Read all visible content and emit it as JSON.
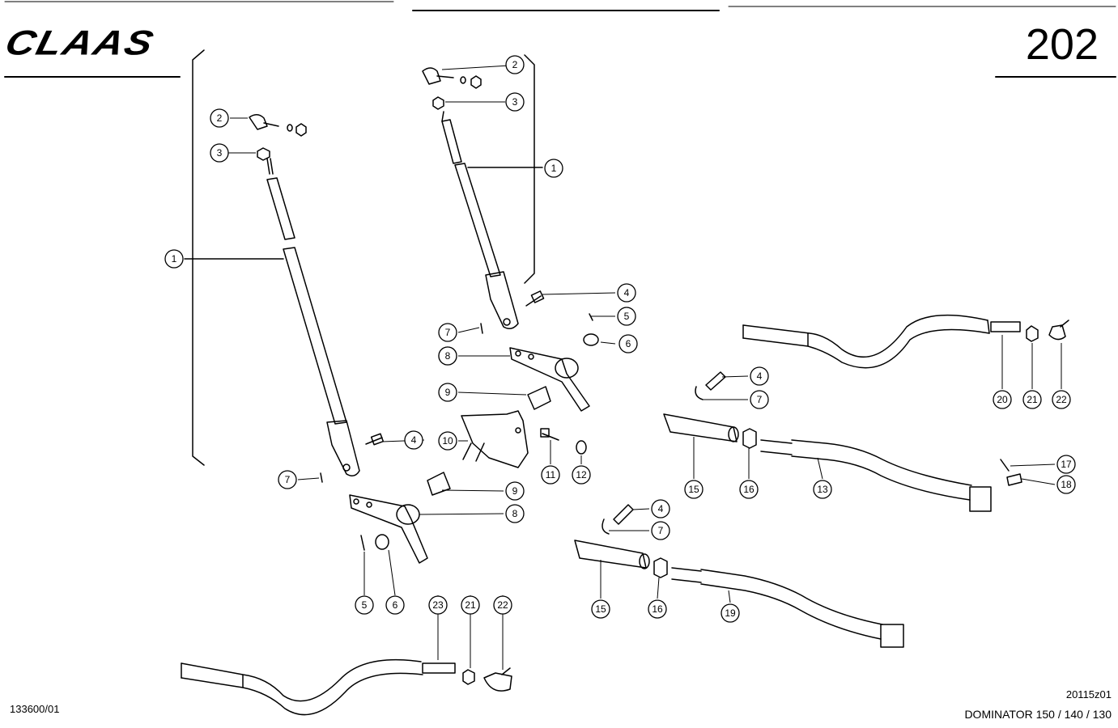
{
  "header": {
    "brand": "CLAAS",
    "page_number": "202"
  },
  "footer": {
    "drawing_ref": "133600/01",
    "figure_code": "20115z01",
    "model": "DOMINATOR 150 / 140 / 130"
  },
  "callouts": [
    {
      "label": "2"
    },
    {
      "label": "3"
    },
    {
      "label": "1"
    },
    {
      "label": "4"
    },
    {
      "label": "7"
    },
    {
      "label": "8"
    },
    {
      "label": "5"
    },
    {
      "label": "6"
    },
    {
      "label": "2"
    },
    {
      "label": "3"
    },
    {
      "label": "1"
    },
    {
      "label": "4"
    },
    {
      "label": "5"
    },
    {
      "label": "7"
    },
    {
      "label": "6"
    },
    {
      "label": "8"
    },
    {
      "label": "9"
    },
    {
      "label": "10"
    },
    {
      "label": "11"
    },
    {
      "label": "12"
    },
    {
      "label": "9"
    },
    {
      "label": "8"
    },
    {
      "label": "23"
    },
    {
      "label": "21"
    },
    {
      "label": "22"
    },
    {
      "label": "4"
    },
    {
      "label": "7"
    },
    {
      "label": "15"
    },
    {
      "label": "16"
    },
    {
      "label": "13"
    },
    {
      "label": "20"
    },
    {
      "label": "21"
    },
    {
      "label": "22"
    },
    {
      "label": "17"
    },
    {
      "label": "18"
    },
    {
      "label": "4"
    },
    {
      "label": "7"
    },
    {
      "label": "15"
    },
    {
      "label": "16"
    },
    {
      "label": "19"
    }
  ]
}
